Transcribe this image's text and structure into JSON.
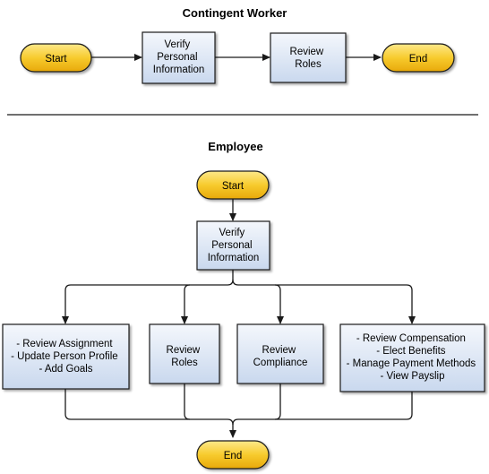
{
  "contingent": {
    "title": "Contingent Worker",
    "start": "Start",
    "verify": [
      "Verify",
      "Personal",
      "Information"
    ],
    "review": [
      "Review",
      "Roles"
    ],
    "end": "End"
  },
  "employee": {
    "title": "Employee",
    "start": "Start",
    "verify": [
      "Verify",
      "Personal",
      "Information"
    ],
    "assignment": [
      "- Review Assignment",
      "- Update Person Profile",
      "- Add Goals"
    ],
    "roles": [
      "Review",
      "Roles"
    ],
    "compliance": [
      "Review",
      "Compliance"
    ],
    "compensation": [
      "- Review Compensation",
      "- Elect Benefits",
      "- Manage Payment Methods",
      "- View Payslip"
    ],
    "end": "End"
  },
  "colors": {
    "terminal_fill": "#f5c21b",
    "process_fill": "#dbe6f4",
    "stroke": "#1a1a1a"
  }
}
